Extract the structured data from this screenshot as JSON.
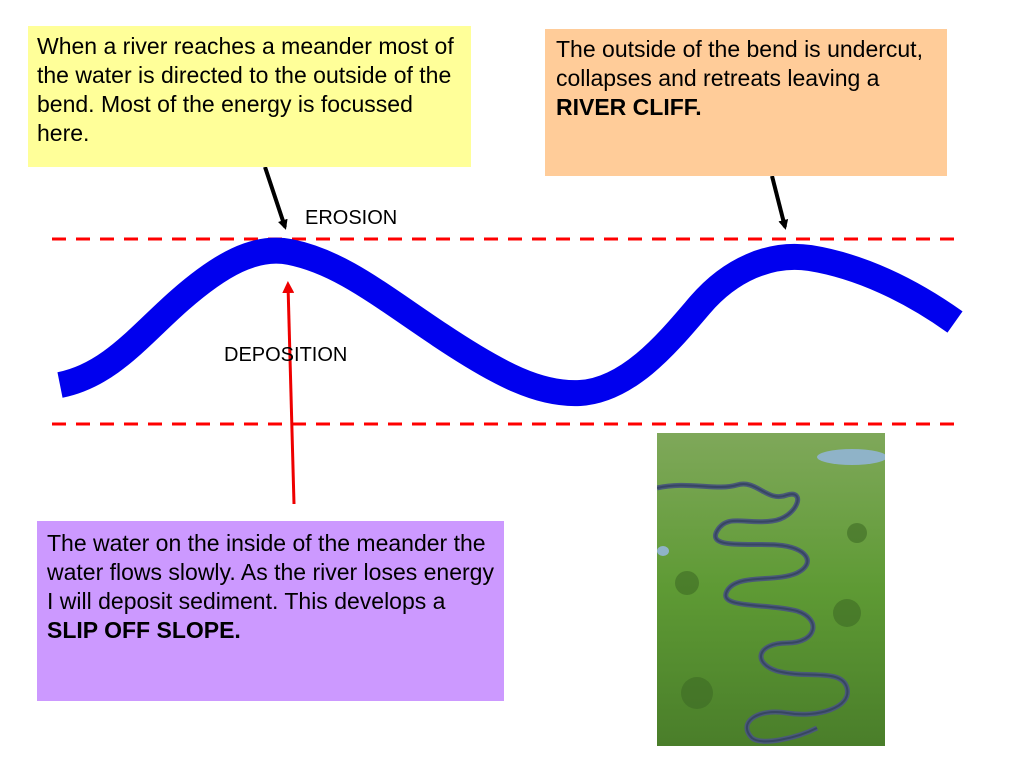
{
  "boxes": {
    "top_left": {
      "text": "When a river reaches a meander most of the water is directed to the outside of the bend. Most of the energy is focussed here."
    },
    "top_right": {
      "text": "The outside of the bend is undercut, collapses and retreats leaving a ",
      "bold": "RIVER CLIFF."
    },
    "bottom": {
      "text": "The water on the inside of the meander the water flows slowly. As the river loses energy I will deposit sediment. This develops a ",
      "bold": "SLIP OFF SLOPE."
    }
  },
  "labels": {
    "erosion": "EROSION",
    "deposition": "DEPOSITION"
  },
  "colors": {
    "river": "#0000ee",
    "guide_lines": "#ff0000",
    "deposition_arrow": "#ee0000",
    "erosion_arrows": "#000000",
    "box_top_left": "#ffff99",
    "box_top_right": "#ffcc99",
    "box_bottom": "#cc99ff"
  }
}
